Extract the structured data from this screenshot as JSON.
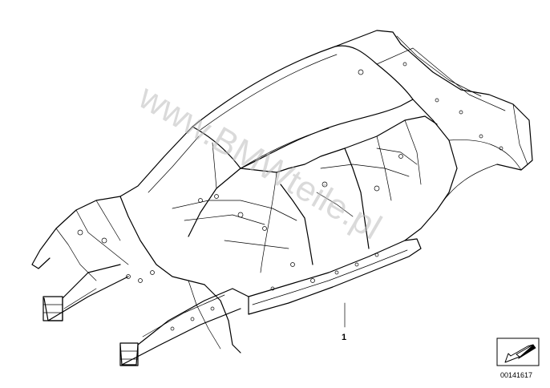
{
  "diagram": {
    "part_label": "1",
    "watermark": "www.BMWteile.pl",
    "reference_number": "00141617"
  },
  "icons": {
    "illustration": "car-body-shell-illustration",
    "nav": "arrow-down-left-icon"
  }
}
